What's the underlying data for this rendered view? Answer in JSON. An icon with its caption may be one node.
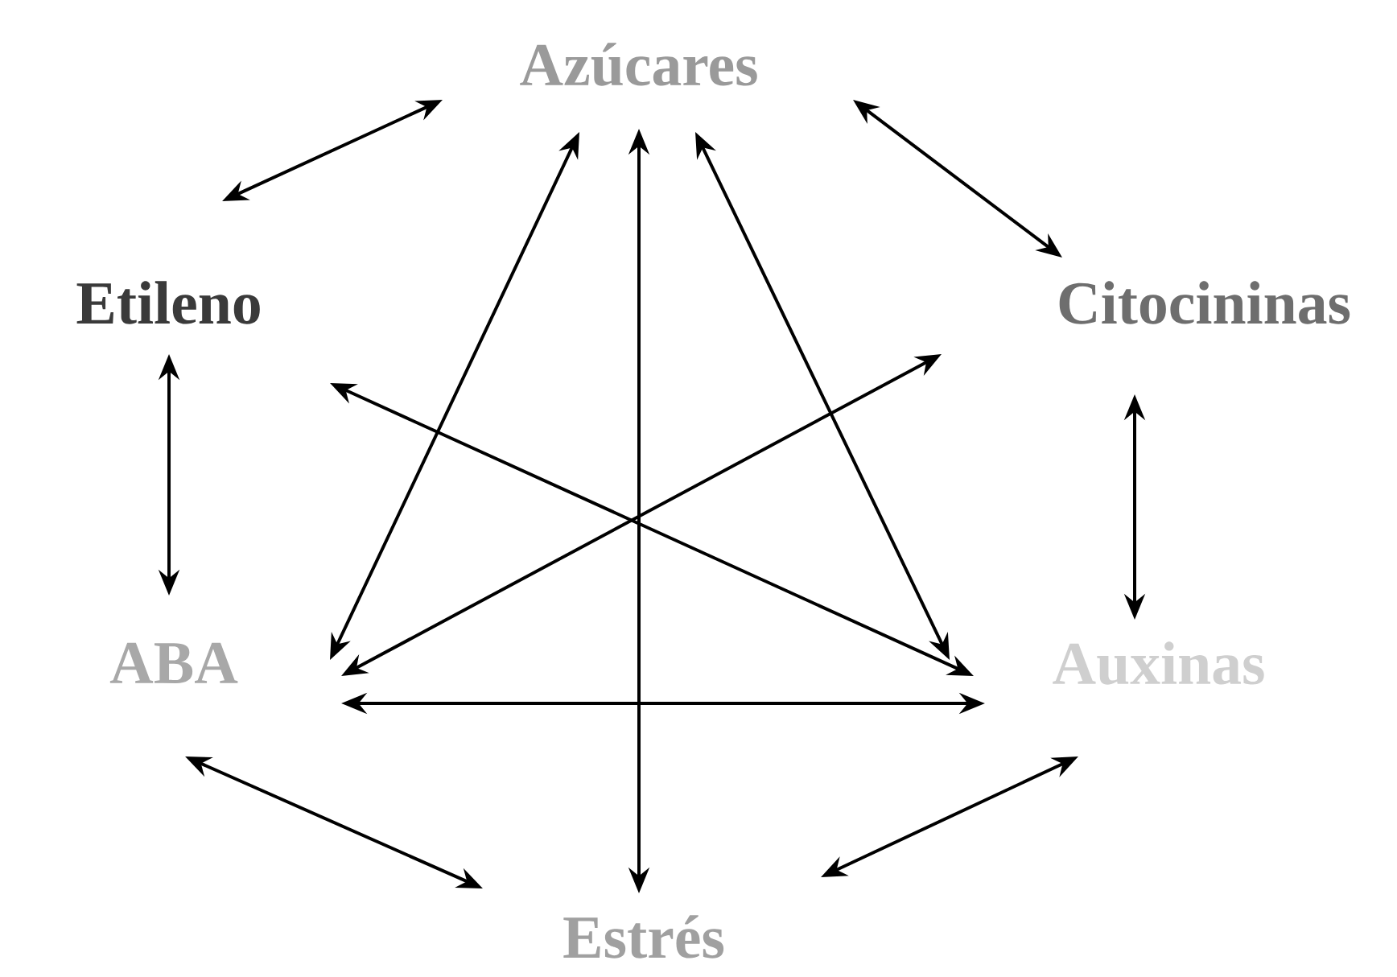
{
  "diagram": {
    "nodes": [
      {
        "text": [
          "Azúcares"
        ]
      },
      {
        "text": [
          "Etileno"
        ]
      },
      {
        "text": [
          "Citocininas"
        ]
      },
      {
        "text": [
          "ABA"
        ]
      },
      {
        "text": [
          "Auxinas"
        ]
      },
      {
        "text": [
          "Estrés"
        ]
      }
    ],
    "edges": [
      {
        "from": 0,
        "to": 1,
        "arrow": "both"
      },
      {
        "from": 0,
        "to": 2,
        "arrow": "both"
      },
      {
        "from": 1,
        "to": 3,
        "arrow": "both"
      },
      {
        "from": 2,
        "to": 4,
        "arrow": "both"
      },
      {
        "from": 3,
        "to": 5,
        "arrow": "both"
      },
      {
        "from": 4,
        "to": 5,
        "arrow": "both"
      },
      {
        "from": 0,
        "to": 3,
        "arrow": "both"
      },
      {
        "from": 0,
        "to": 5,
        "arrow": "both"
      },
      {
        "from": 0,
        "to": 4,
        "arrow": "both"
      },
      {
        "from": 1,
        "to": 4,
        "arrow": "both"
      },
      {
        "from": 2,
        "to": 3,
        "arrow": "both"
      },
      {
        "from": 3,
        "to": 4,
        "arrow": "both"
      }
    ]
  }
}
